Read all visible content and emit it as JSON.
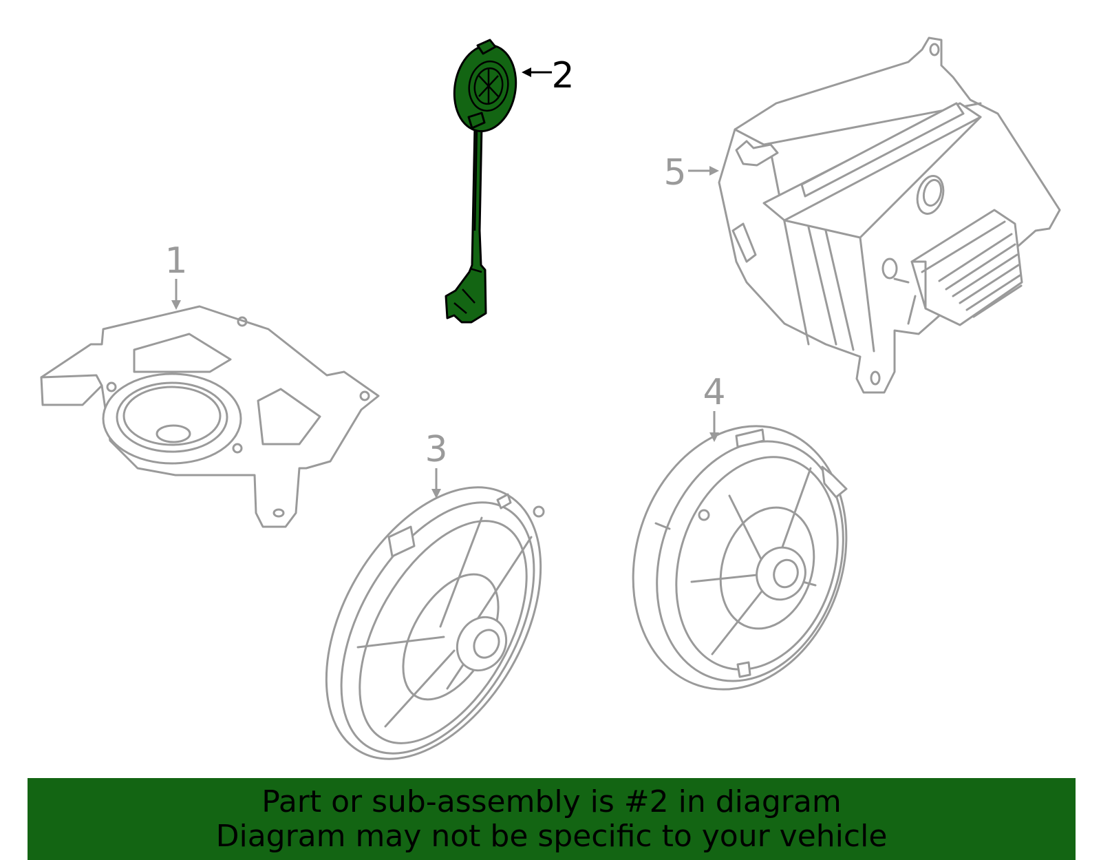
{
  "callouts": [
    {
      "number": "1",
      "highlighted": false
    },
    {
      "number": "2",
      "highlighted": true
    },
    {
      "number": "3",
      "highlighted": false
    },
    {
      "number": "4",
      "highlighted": false
    },
    {
      "number": "5",
      "highlighted": false
    }
  ],
  "banner": {
    "line1": "Part or sub-assembly is #2 in diagram",
    "line2": "Diagram may not be specific to your vehicle"
  },
  "colors": {
    "highlight": "#136513",
    "outline": "#9a9a9a",
    "banner_background": "#136513"
  }
}
